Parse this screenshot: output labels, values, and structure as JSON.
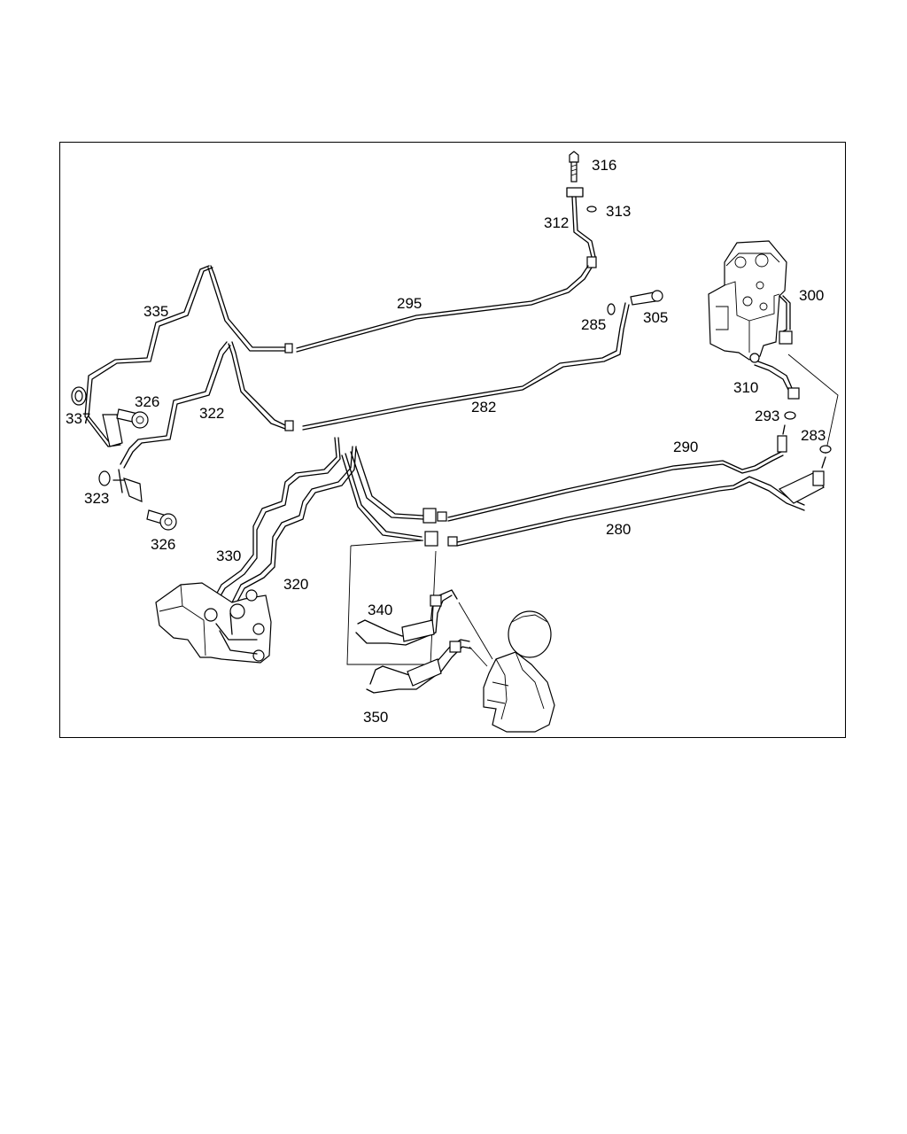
{
  "diagram": {
    "labels": {
      "p316": "316",
      "p313": "313",
      "p312": "312",
      "p335": "335",
      "p295": "295",
      "p285": "285",
      "p305": "305",
      "p300": "300",
      "p337": "337",
      "p326a": "326",
      "p322": "322",
      "p282": "282",
      "p310": "310",
      "p293": "293",
      "p283": "283",
      "p290": "290",
      "p323": "323",
      "p326b": "326",
      "p280": "280",
      "p330": "330",
      "p320": "320",
      "p340": "340",
      "p350": "350"
    }
  }
}
